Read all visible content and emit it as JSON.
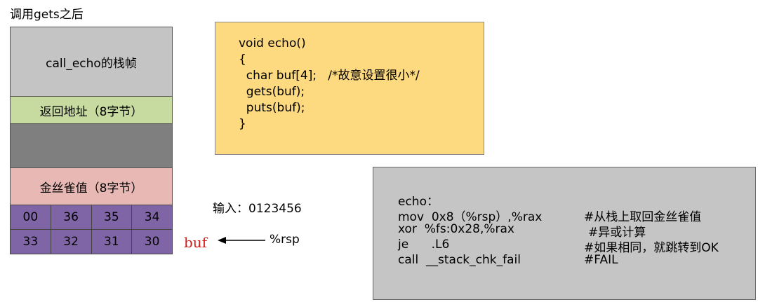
{
  "title": "调用gets之后",
  "stack": {
    "frame": "call_echo的栈帧",
    "return_addr": "返回地址（8字节）",
    "canary": "金丝雀值（8字节）",
    "row1": [
      "00",
      "36",
      "35",
      "34"
    ],
    "row2": [
      "33",
      "32",
      "31",
      "30"
    ]
  },
  "code_lines": [
    "void echo()",
    "{",
    "  char buf[4];   /*故意设置很小*/",
    "  gets(buf);",
    "  puts(buf);",
    "}"
  ],
  "input_text": "输入：0123456",
  "buf_label": "buf",
  "rsp_label": "%rsp",
  "asm": {
    "header": "echo：",
    "lines": [
      {
        "code": "mov  0x8（%rsp）,%rax",
        "comment": "#从栈上取回金丝雀值"
      },
      {
        "code": "xor  %fs:0x28,%rax",
        "comment": "#异或计算"
      },
      {
        "code": "je      .L6",
        "comment": "#如果相同，就跳转到OK"
      },
      {
        "code": "call  __stack_chk_fail",
        "comment": "#FAIL"
      }
    ]
  }
}
